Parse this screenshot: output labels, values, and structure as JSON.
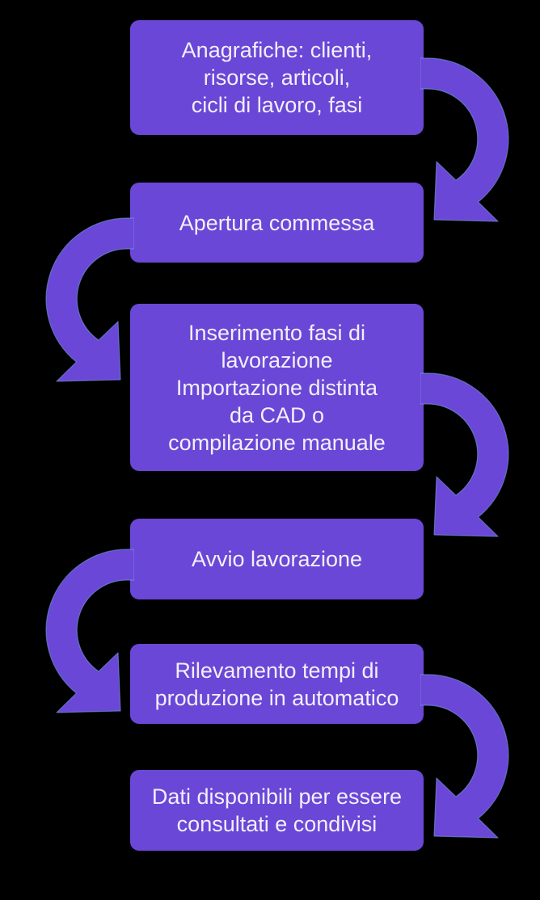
{
  "diagram": {
    "type": "flowchart",
    "language": "it",
    "steps": [
      {
        "id": 1,
        "text": "Anagrafiche: clienti,\nrisorse, articoli,\ncicli di lavoro, fasi"
      },
      {
        "id": 2,
        "text": "Apertura commessa"
      },
      {
        "id": 3,
        "text": "Inserimento fasi di\nlavorazione\nImportazione distinta\nda CAD o\ncompilazione manuale"
      },
      {
        "id": 4,
        "text": "Avvio lavorazione"
      },
      {
        "id": 5,
        "text": "Rilevamento tempi di\nproduzione in automatico"
      },
      {
        "id": 6,
        "text": "Dati disponibili per essere\nconsultati e condivisi"
      }
    ],
    "connectors": [
      {
        "from": 1,
        "to": 2,
        "side": "right",
        "style": "curved-arrow"
      },
      {
        "from": 2,
        "to": 3,
        "side": "left",
        "style": "curved-arrow"
      },
      {
        "from": 3,
        "to": 4,
        "side": "right",
        "style": "curved-arrow"
      },
      {
        "from": 4,
        "to": 5,
        "side": "left",
        "style": "curved-arrow"
      },
      {
        "from": 5,
        "to": 6,
        "side": "right",
        "style": "curved-arrow"
      }
    ]
  },
  "colors": {
    "background": "#000000",
    "box_fill": "#6a47d6",
    "box_text": "#f2effa",
    "arrow_fill": "#6a47d6",
    "arrow_edge": "#79a7e8"
  }
}
